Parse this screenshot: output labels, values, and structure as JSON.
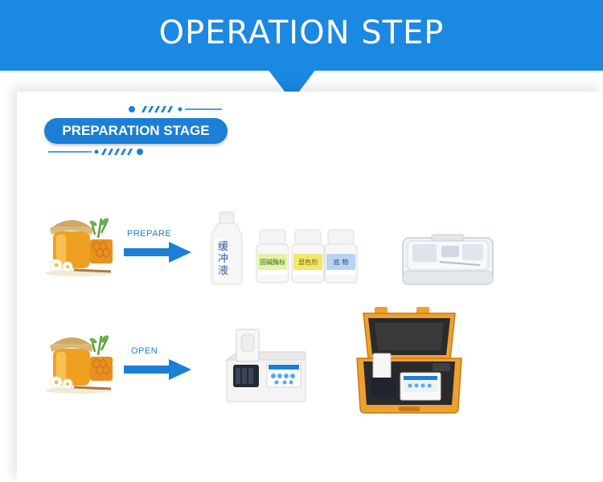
{
  "banner": {
    "title": "OPERATION STEP"
  },
  "stage": {
    "label": "PREPARATION STAGE"
  },
  "steps": [
    {
      "label": "PREPARE"
    },
    {
      "label": "OPEN"
    }
  ],
  "bottles": {
    "large": "缓冲液",
    "small": [
      "固碱酶标",
      "显色剂",
      "底 物"
    ]
  },
  "colors": {
    "accent": "#1b88e2",
    "case_orange": "#f0a030"
  }
}
